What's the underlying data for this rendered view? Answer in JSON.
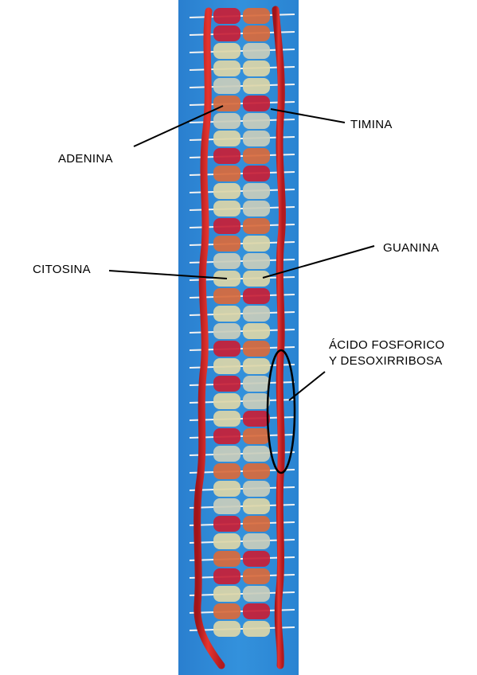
{
  "labels": {
    "adenina": "ADENINA",
    "timina": "TIMINA",
    "guanina": "GUANINA",
    "citosina": "CITOSINA",
    "acido_line1": "ÁCIDO FOSFORICO",
    "acido_line2": "Y DESOXIRRIBOSA"
  },
  "photo": {
    "subject": "dna-model-photo",
    "colors": {
      "background": "#2e8ad6",
      "strand": "#d8262a",
      "candy_red": "#c81e36",
      "candy_orange": "#d96a3c",
      "candy_pale": "#dcd6a8",
      "candy_clear": "#c9cdbc"
    }
  }
}
